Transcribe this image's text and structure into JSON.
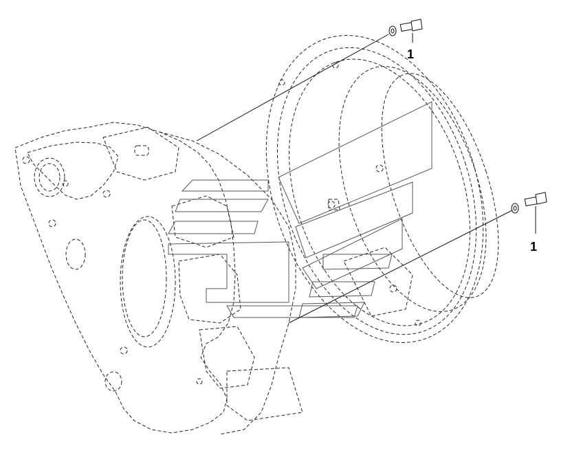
{
  "diagram": {
    "callouts": [
      {
        "label": "1",
        "part": "bolt-with-washer-upper"
      },
      {
        "label": "1",
        "part": "bolt-with-washer-lower"
      }
    ],
    "colors": {
      "line": "#111111",
      "background": "#ffffff",
      "watermark": "#555555"
    }
  }
}
